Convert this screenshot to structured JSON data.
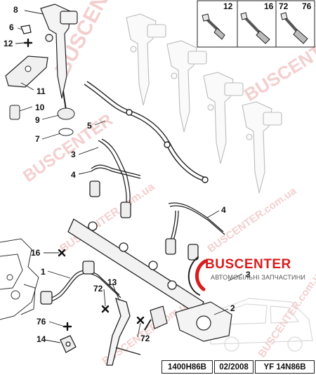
{
  "watermark": {
    "text": "BUSCENTER",
    "url": "BUSCENTER.com.ua"
  },
  "brand": {
    "name": "BUSCENTER",
    "subtitle": "АВТОМОБІЛЬНІ ЗАПЧАСТИНИ",
    "color": "#d91c1c"
  },
  "bolt_legend": {
    "items": [
      {
        "label": "12"
      },
      {
        "label": "16"
      },
      {
        "label": "72"
      },
      {
        "label": "76"
      }
    ]
  },
  "callouts": [
    {
      "label": "8"
    },
    {
      "label": "6"
    },
    {
      "label": "12"
    },
    {
      "label": "11"
    },
    {
      "label": "10"
    },
    {
      "label": "9"
    },
    {
      "label": "7"
    },
    {
      "label": "5"
    },
    {
      "label": "3"
    },
    {
      "label": "4"
    },
    {
      "label": "4"
    },
    {
      "label": "16"
    },
    {
      "label": "1"
    },
    {
      "label": "72"
    },
    {
      "label": "13"
    },
    {
      "label": "76"
    },
    {
      "label": "14"
    },
    {
      "label": "72"
    },
    {
      "label": "3"
    },
    {
      "label": "2"
    }
  ],
  "footer": {
    "ref": "1400H86B",
    "date": "02/2008",
    "model": "YF 14N86B"
  }
}
